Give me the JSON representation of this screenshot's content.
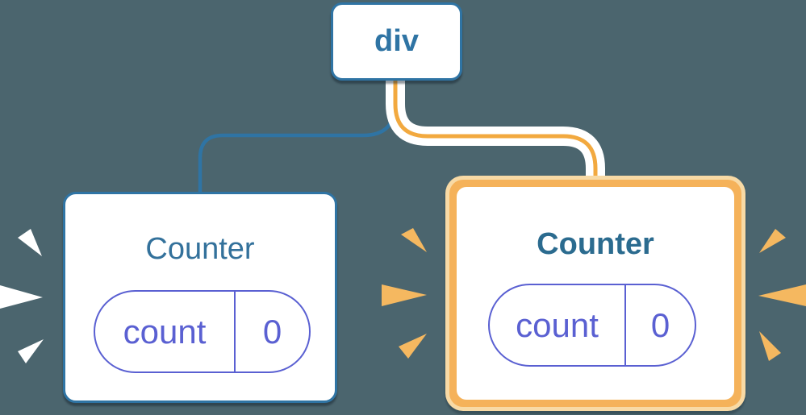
{
  "diagram": {
    "description": "React component tree diagram: a div parent with two Counter children; the right Counter is highlighted as re-created (orange) with spark bursts, the left Counter has white spark bursts",
    "tree": {
      "root": {
        "label": "div"
      },
      "children": [
        {
          "label": "Counter",
          "variant": "default",
          "connector": "blue",
          "state": {
            "key": "count",
            "value": "0"
          }
        },
        {
          "label": "Counter",
          "variant": "highlighted-orange",
          "connector": "orange-white-cased",
          "state": {
            "key": "count",
            "value": "0"
          }
        }
      ]
    },
    "colors": {
      "background": "#4B656E",
      "node_blue": "#2F74A4",
      "title_left": "#33719B",
      "title_right": "#2B6B8F",
      "pill_purple": "#5A60D2",
      "wire_blue": "#2F74A4",
      "wire_casing": "#FFFFFF",
      "wire_orange": "#F2A93F",
      "highlight_band": "#F5B25A",
      "highlight_ring": "#F8DAA5",
      "spark_white": "#FFFFFF",
      "spark_orange": "#F5B860",
      "card_fill": "#FFFFFF"
    }
  }
}
